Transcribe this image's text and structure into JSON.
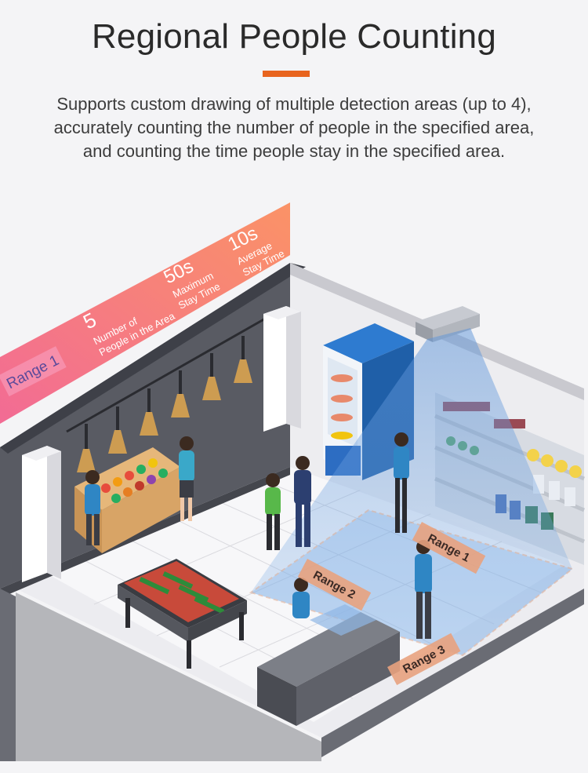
{
  "title": "Regional People Counting",
  "accent_color": "#e8641e",
  "description": "Supports custom drawing of multiple detection areas (up to 4), accurately counting the number of people in the specified area, and counting the time people stay in the specified area.",
  "banner": {
    "range_label": "Range 1",
    "stats": [
      {
        "value": "5",
        "label_line1": "Number of",
        "label_line2": "People in the Area"
      },
      {
        "value": "50s",
        "label_line1": "Maximum",
        "label_line2": "Stay Time"
      },
      {
        "value": "10s",
        "label_line1": "Average",
        "label_line2": "Stay Time"
      }
    ]
  },
  "zones": [
    {
      "label": "Range 1"
    },
    {
      "label": "Range 2"
    },
    {
      "label": "Range 3"
    }
  ],
  "colors": {
    "banner_start": "#f25f8c",
    "banner_end": "#fb8a5a",
    "zone_tag": "#e8a27e",
    "detection_fill": "#7fb0e8",
    "wall": "#4e5058",
    "floor": "#ececf0"
  }
}
